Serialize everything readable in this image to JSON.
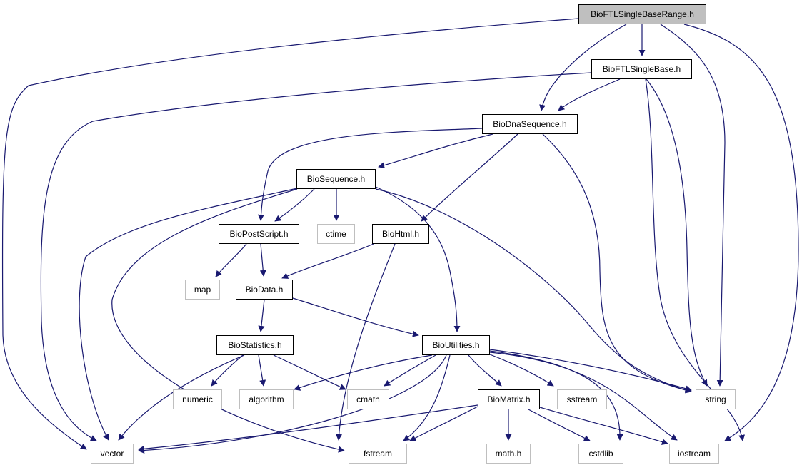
{
  "diagram": {
    "edge_color": "#191970",
    "root_fill": "#bfbfbf",
    "system_border": "#bfbfbf",
    "nodes": {
      "root": "BioFTLSingleBaseRange.h",
      "singlebase": "BioFTLSingleBase.h",
      "dnaseq": "BioDnaSequence.h",
      "sequence": "BioSequence.h",
      "postscript": "BioPostScript.h",
      "ctime": "ctime",
      "html": "BioHtml.h",
      "map": "map",
      "data": "BioData.h",
      "statistics": "BioStatistics.h",
      "utilities": "BioUtilities.h",
      "numeric": "numeric",
      "algorithm": "algorithm",
      "cmath": "cmath",
      "matrix": "BioMatrix.h",
      "sstream": "sstream",
      "string": "string",
      "vector": "vector",
      "fstream": "fstream",
      "mathh": "math.h",
      "cstdlib": "cstdlib",
      "iostream": "iostream"
    },
    "edges": [
      [
        "root",
        "singlebase"
      ],
      [
        "root",
        "vector"
      ],
      [
        "root",
        "dnaseq"
      ],
      [
        "root",
        "string"
      ],
      [
        "root",
        "iostream"
      ],
      [
        "singlebase",
        "vector"
      ],
      [
        "singlebase",
        "dnaseq"
      ],
      [
        "singlebase",
        "string"
      ],
      [
        "singlebase",
        "iostream"
      ],
      [
        "dnaseq",
        "postscript"
      ],
      [
        "dnaseq",
        "sequence"
      ],
      [
        "dnaseq",
        "html"
      ],
      [
        "dnaseq",
        "string"
      ],
      [
        "sequence",
        "vector"
      ],
      [
        "sequence",
        "fstream"
      ],
      [
        "sequence",
        "postscript"
      ],
      [
        "sequence",
        "ctime"
      ],
      [
        "sequence",
        "utilities"
      ],
      [
        "sequence",
        "string"
      ],
      [
        "postscript",
        "map"
      ],
      [
        "postscript",
        "data"
      ],
      [
        "html",
        "data"
      ],
      [
        "html",
        "fstream"
      ],
      [
        "data",
        "statistics"
      ],
      [
        "data",
        "utilities"
      ],
      [
        "statistics",
        "vector"
      ],
      [
        "statistics",
        "numeric"
      ],
      [
        "statistics",
        "algorithm"
      ],
      [
        "statistics",
        "cmath"
      ],
      [
        "utilities",
        "algorithm"
      ],
      [
        "utilities",
        "cmath"
      ],
      [
        "utilities",
        "vector"
      ],
      [
        "utilities",
        "fstream"
      ],
      [
        "utilities",
        "matrix"
      ],
      [
        "utilities",
        "sstream"
      ],
      [
        "utilities",
        "string"
      ],
      [
        "utilities",
        "cstdlib"
      ],
      [
        "utilities",
        "iostream"
      ],
      [
        "matrix",
        "vector"
      ],
      [
        "matrix",
        "fstream"
      ],
      [
        "matrix",
        "mathh"
      ],
      [
        "matrix",
        "cstdlib"
      ],
      [
        "matrix",
        "iostream"
      ]
    ]
  }
}
